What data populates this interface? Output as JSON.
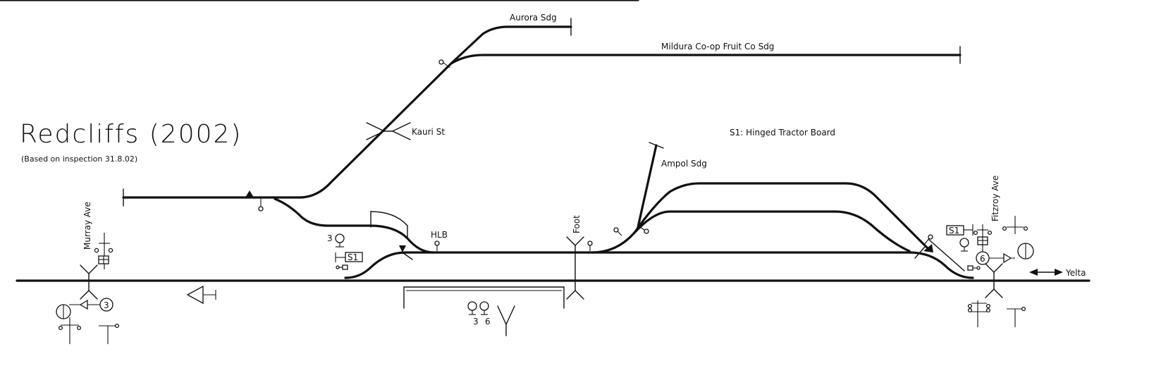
{
  "title": "Redcliffs (2002)",
  "subtitle": "(Based on inspection 31.8.02)",
  "note": "S1: Hinged Tractor Board",
  "labels": {
    "aurora": "Aurora Sdg",
    "mildura": "Mildura Co-op Fruit Co Sdg",
    "kauri": "Kauri St",
    "ampol": "Ampol Sdg",
    "hlb": "HLB",
    "foot": "Foot",
    "murray": "Murray Ave",
    "fitzroy": "Fitzroy Ave",
    "yelta": "Yelta"
  },
  "signals": {
    "s1_left": "S1",
    "s1_right": "S1",
    "lever_3": "3",
    "lever_3b": "3",
    "lever_6": "6",
    "disc_3": "3",
    "disc_6": "6"
  }
}
